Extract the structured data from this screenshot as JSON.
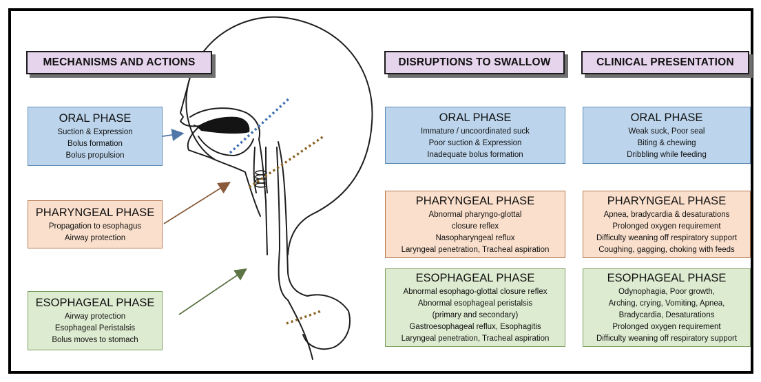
{
  "headers": {
    "mechanisms": "MECHANISMS AND ACTIONS",
    "disruptions": "DISRUPTIONS TO SWALLOW",
    "clinical": "CLINICAL PRESENTATION"
  },
  "mechanisms": {
    "oral": {
      "title": "ORAL PHASE",
      "lines": [
        "Suction & Expression",
        "Bolus formation",
        "Bolus propulsion"
      ]
    },
    "pharyngeal": {
      "title": "PHARYNGEAL PHASE",
      "lines": [
        "Propagation to esophagus",
        "Airway protection"
      ]
    },
    "esophageal": {
      "title": "ESOPHAGEAL PHASE",
      "lines": [
        "Airway protection",
        "Esophageal Peristalsis",
        "Bolus moves to stomach"
      ]
    }
  },
  "disruptions": {
    "oral": {
      "title": "ORAL PHASE",
      "lines": [
        "Immature / uncoordinated suck",
        "Poor suction & Expression",
        "Inadequate bolus formation"
      ]
    },
    "pharyngeal": {
      "title": "PHARYNGEAL PHASE",
      "lines": [
        "Abnormal  pharyngo-glottal",
        "closure reflex",
        "Nasopharyngeal reflux",
        "Laryngeal penetration, Tracheal aspiration"
      ]
    },
    "esophageal": {
      "title": "ESOPHAGEAL PHASE",
      "lines": [
        "Abnormal  esophago-glottal closure reflex",
        "Abnormal  esophageal peristalsis",
        "(primary and secondary)",
        "Gastroesophageal reflux, Esophagitis",
        "Laryngeal penetration, Tracheal aspiration"
      ]
    }
  },
  "clinical": {
    "oral": {
      "title": "ORAL PHASE",
      "lines": [
        "Weak suck, Poor seal",
        "Biting & chewing",
        "Dribbling while feeding"
      ]
    },
    "pharyngeal": {
      "title": "PHARYNGEAL PHASE",
      "lines": [
        "Apnea, bradycardia & desaturations",
        "Prolonged oxygen requirement",
        "Difficulty weaning off respiratory support",
        "Coughing, gagging, choking with feeds"
      ]
    },
    "esophageal": {
      "title": "ESOPHAGEAL PHASE",
      "lines": [
        "Odynophagia, Poor growth,",
        "Arching, crying, Vomiting, Apnea,",
        "Bradycardia, Desaturations",
        "Prolonged oxygen requirement",
        "Difficulty weaning off respiratory support"
      ]
    }
  },
  "colors": {
    "oral_fill": "#bcd5ec",
    "pharyngeal_fill": "#f9dfcc",
    "esophageal_fill": "#ddebd0",
    "header_fill": "#e6d3ec",
    "oral_arrow": "#4f78a8",
    "pharyngeal_arrow": "#8a5a3a",
    "esophageal_arrow": "#5d7445",
    "blue_dotted_line": "#3f6fae",
    "brown_dotted_line": "#8a6222"
  }
}
